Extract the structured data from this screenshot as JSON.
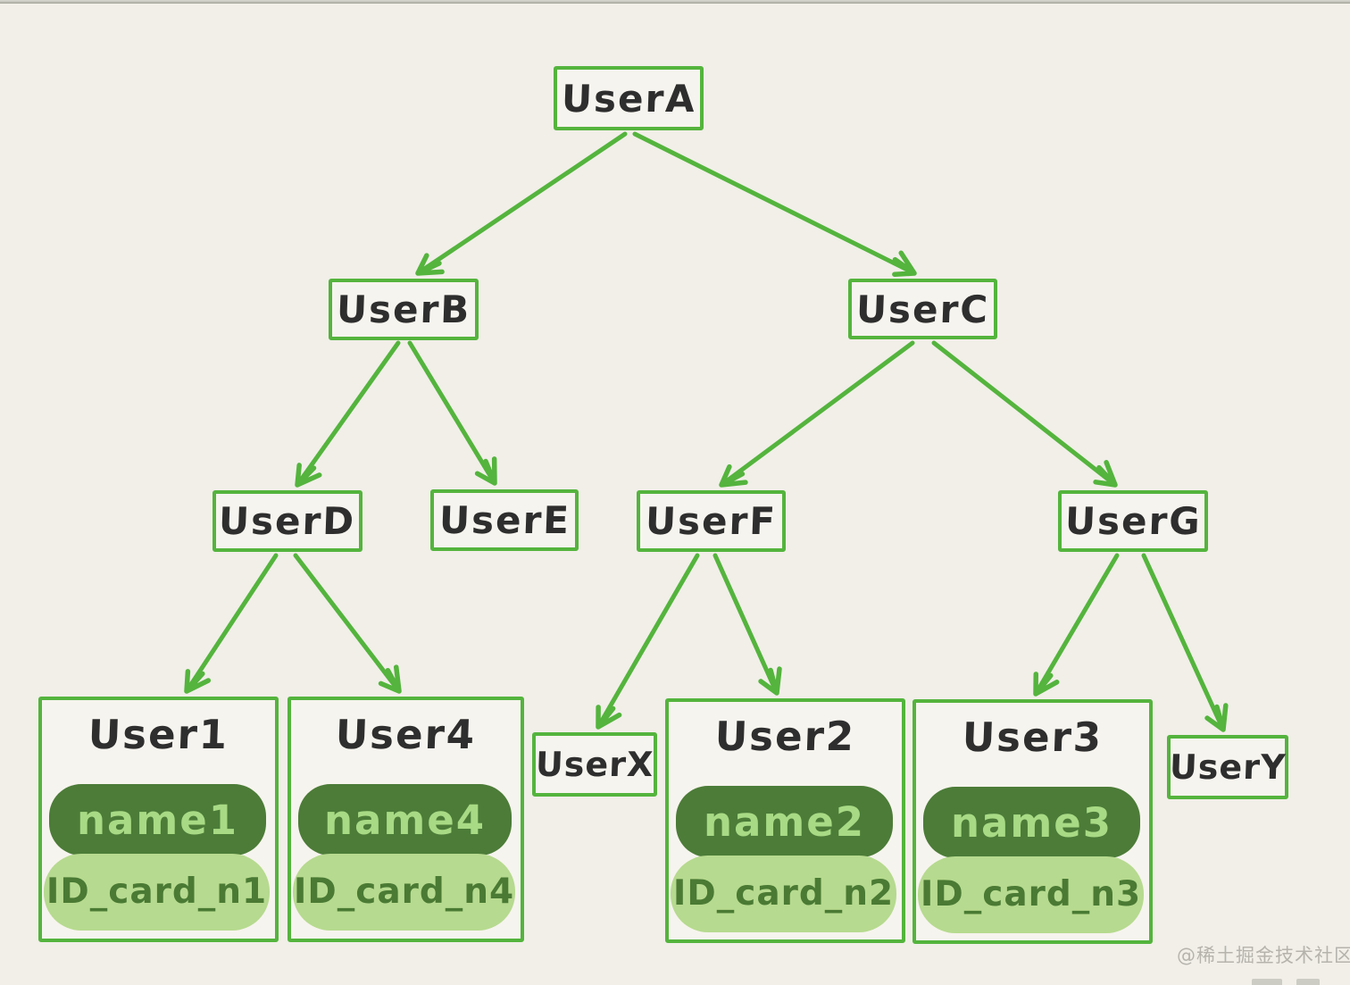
{
  "colors": {
    "background": "#f1efe8",
    "line_green": "#54b43d",
    "box_fill": "#f6f4ee",
    "pill_dark_bg": "#4c7c38",
    "pill_dark_text": "#a8da85",
    "pill_light_bg": "#b6da8f",
    "pill_light_text": "#4a7a34",
    "label_text": "#2e2e2e",
    "watermark_text": "#b5b3ac"
  },
  "diagram": {
    "type": "tree",
    "nodes": [
      {
        "id": "UserA",
        "label": "UserA"
      },
      {
        "id": "UserB",
        "label": "UserB"
      },
      {
        "id": "UserC",
        "label": "UserC"
      },
      {
        "id": "UserD",
        "label": "UserD"
      },
      {
        "id": "UserE",
        "label": "UserE"
      },
      {
        "id": "UserF",
        "label": "UserF"
      },
      {
        "id": "UserG",
        "label": "UserG"
      },
      {
        "id": "UserX",
        "label": "UserX"
      },
      {
        "id": "UserY",
        "label": "UserY"
      }
    ],
    "cards": [
      {
        "id": "User1",
        "title": "User1",
        "name": "name1",
        "id_card": "ID_card_n1"
      },
      {
        "id": "User4",
        "title": "User4",
        "name": "name4",
        "id_card": "ID_card_n4"
      },
      {
        "id": "User2",
        "title": "User2",
        "name": "name2",
        "id_card": "ID_card_n2"
      },
      {
        "id": "User3",
        "title": "User3",
        "name": "name3",
        "id_card": "ID_card_n3"
      }
    ],
    "edges": [
      [
        "UserA",
        "UserB"
      ],
      [
        "UserA",
        "UserC"
      ],
      [
        "UserB",
        "UserD"
      ],
      [
        "UserB",
        "UserE"
      ],
      [
        "UserC",
        "UserF"
      ],
      [
        "UserC",
        "UserG"
      ],
      [
        "UserD",
        "User1"
      ],
      [
        "UserD",
        "User4"
      ],
      [
        "UserF",
        "UserX"
      ],
      [
        "UserF",
        "User2"
      ],
      [
        "UserG",
        "User3"
      ],
      [
        "UserG",
        "UserY"
      ]
    ]
  },
  "watermark": "@稀土掘金技术社区"
}
